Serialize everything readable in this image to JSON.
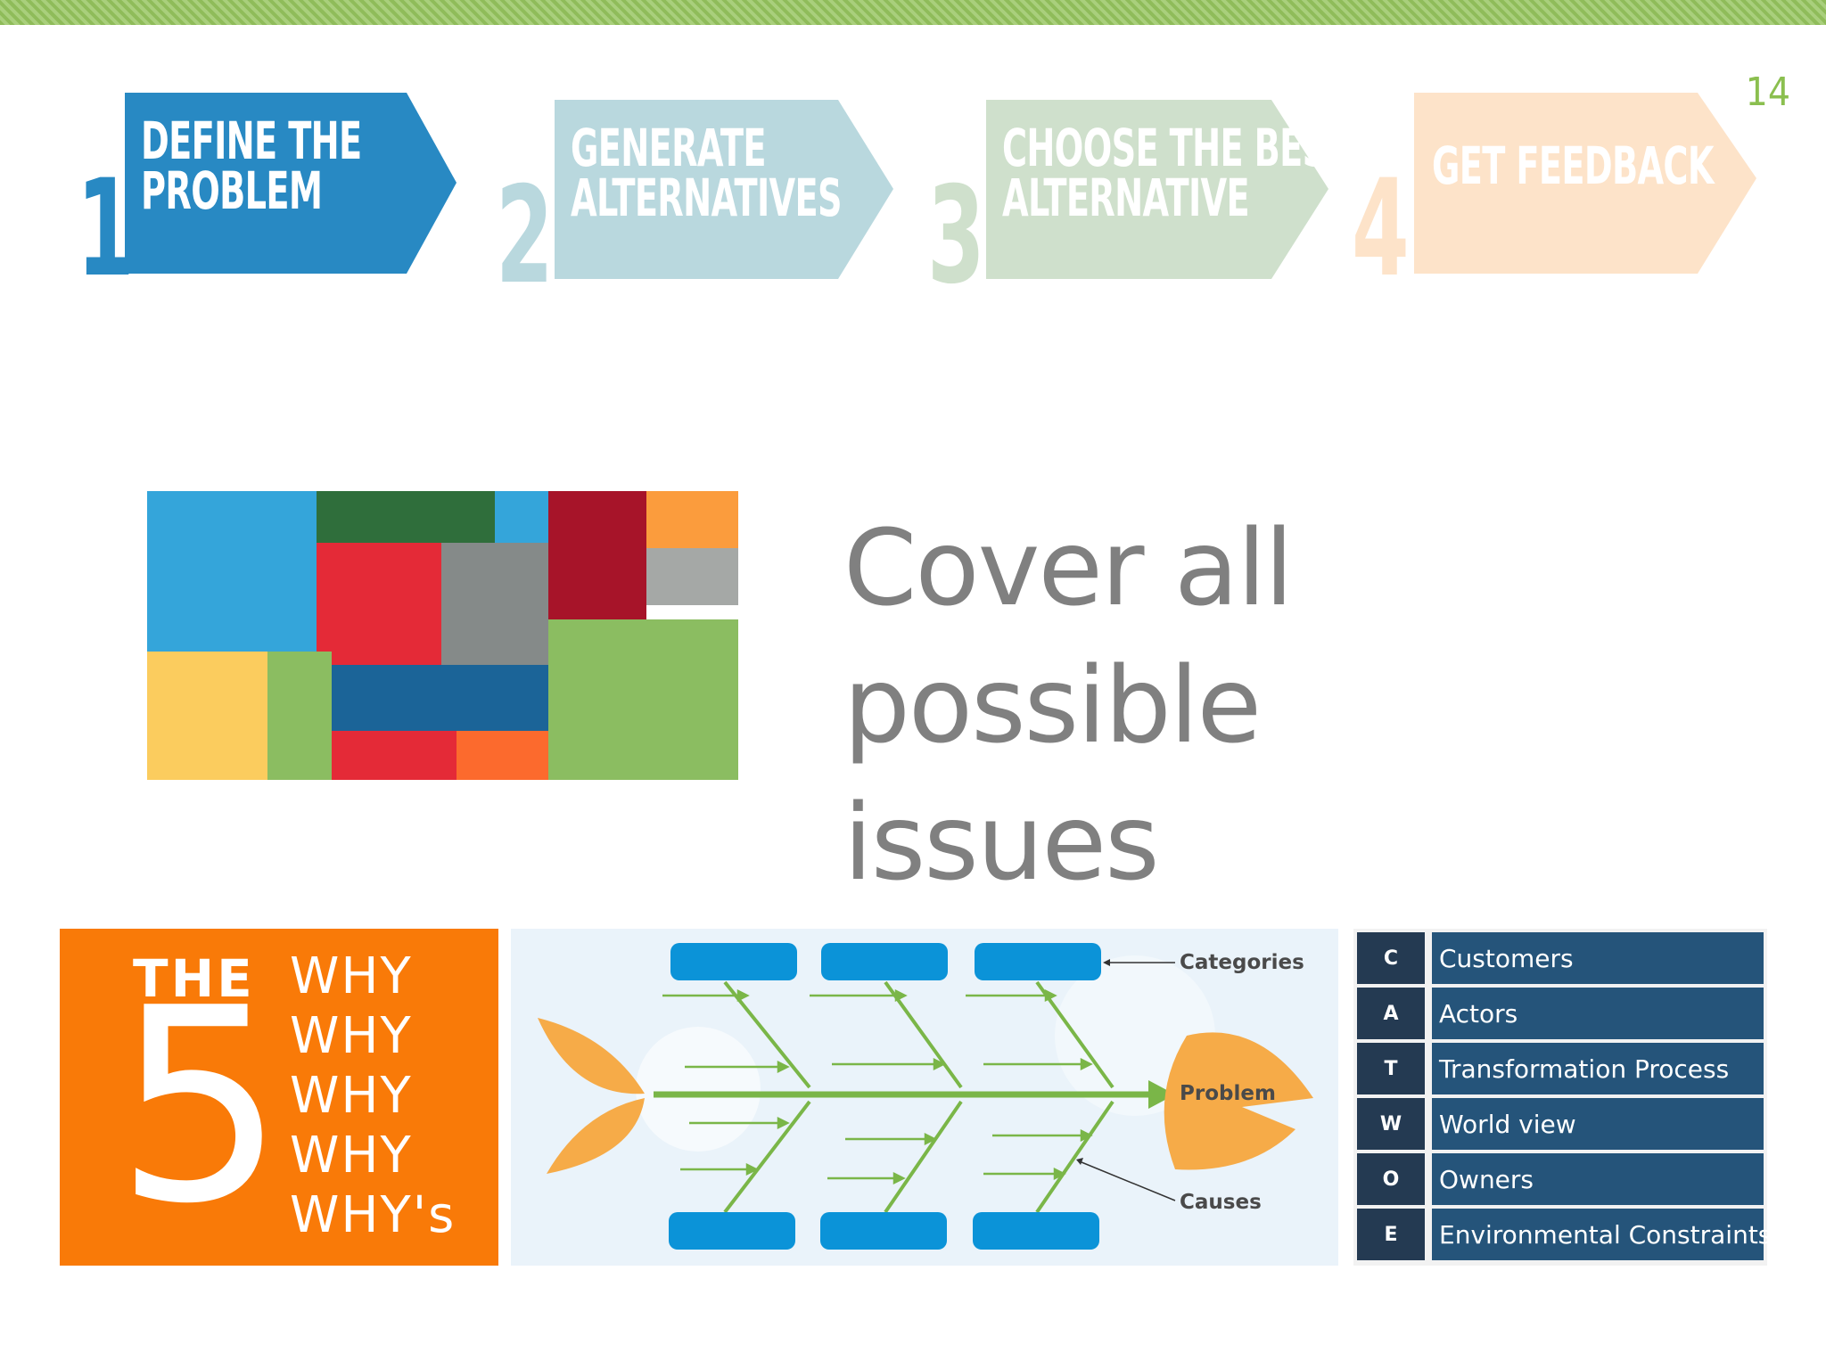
{
  "page_number": "14",
  "steps": [
    {
      "number": "1",
      "line1": "DEFINE THE",
      "line2": "PROBLEM",
      "color": "#2889c3"
    },
    {
      "number": "2",
      "line1": "GENERATE",
      "line2": "ALTERNATIVES",
      "color": "#b9d8de"
    },
    {
      "number": "3",
      "line1": "CHOOSE THE BEST",
      "line2": "ALTERNATIVE",
      "color": "#cfe0cc"
    },
    {
      "number": "4",
      "line1": "GET FEEDBACK",
      "line2": "",
      "color": "#fde3c9"
    }
  ],
  "headline": {
    "line1": "Cover all possible",
    "line2": "issues"
  },
  "five_whys": {
    "the": "THE",
    "number": "5",
    "whys": [
      "WHY",
      "WHY",
      "WHY",
      "WHY",
      "WHY's"
    ]
  },
  "fishbone": {
    "categories_label": "Categories",
    "problem_label": "Problem",
    "causes_label": "Causes"
  },
  "catwoe": [
    {
      "letter": "C",
      "word": "Customers"
    },
    {
      "letter": "A",
      "word": "Actors"
    },
    {
      "letter": "T",
      "word": "Transformation Process"
    },
    {
      "letter": "W",
      "word": "World view"
    },
    {
      "letter": "O",
      "word": "Owners"
    },
    {
      "letter": "E",
      "word": "Environmental Constraints"
    }
  ]
}
